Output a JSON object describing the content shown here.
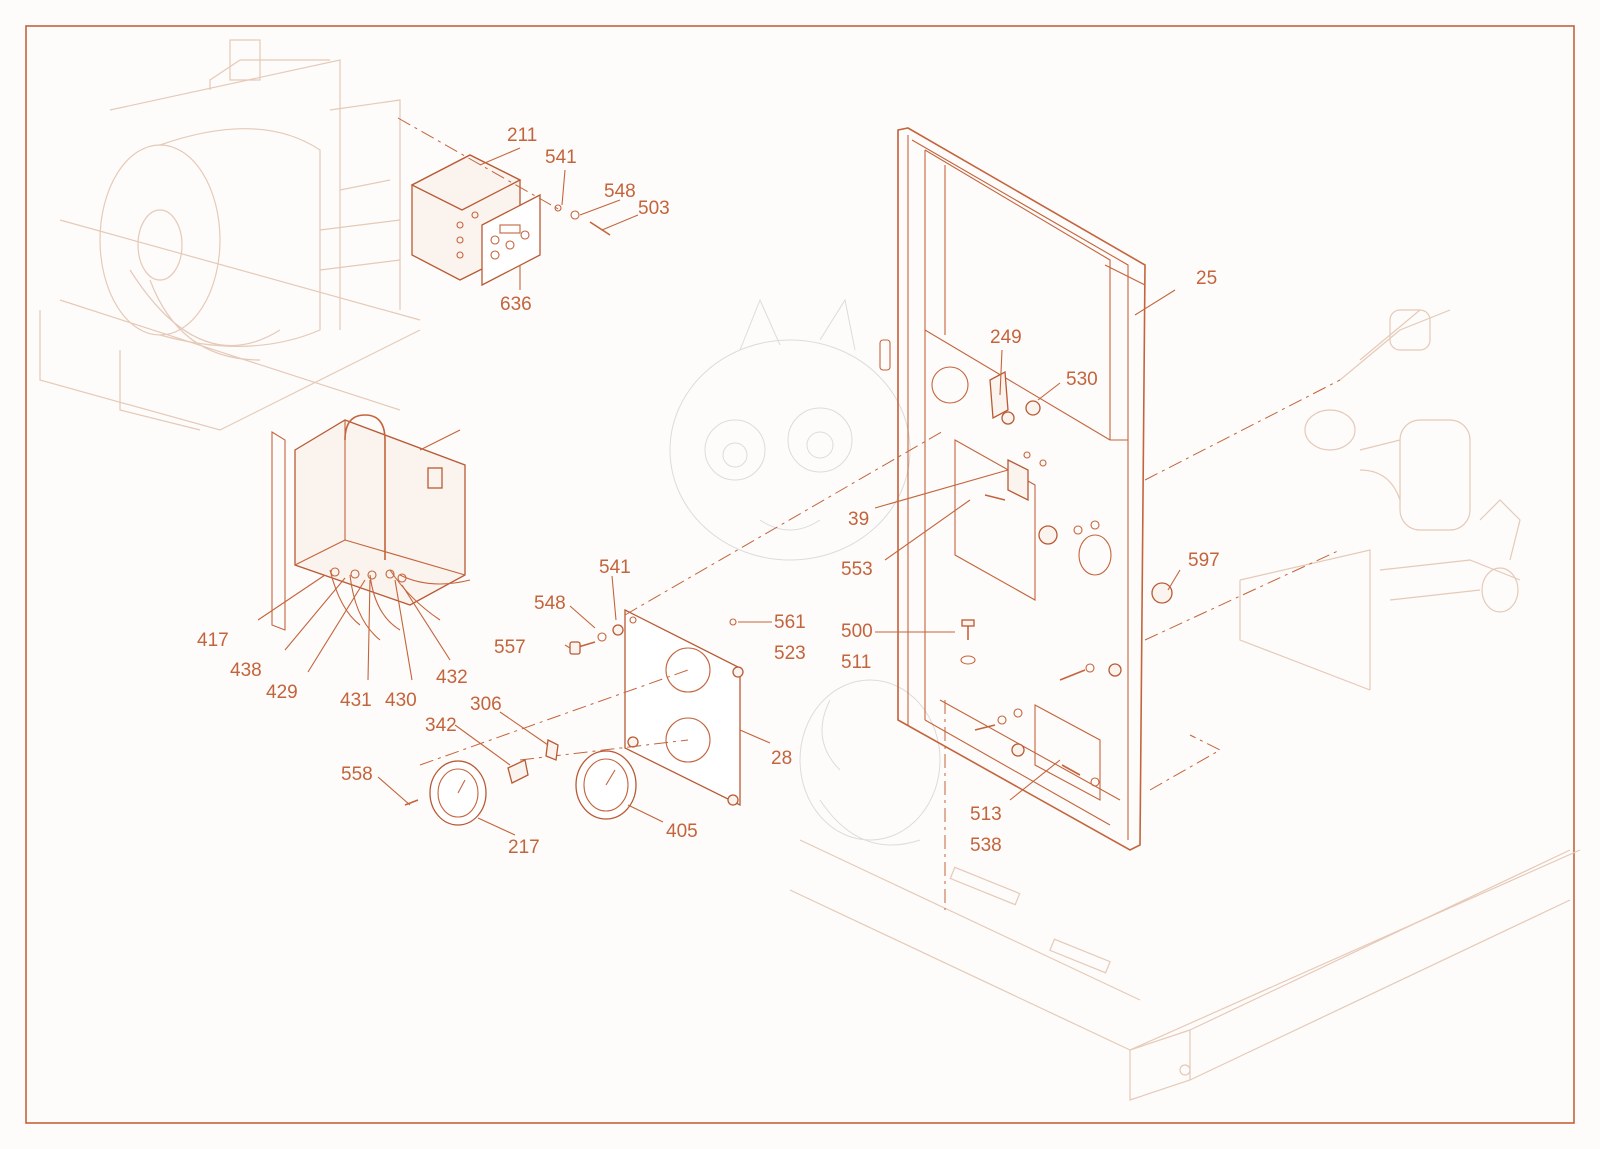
{
  "colors": {
    "accent": "#c4643c",
    "faint": "#e6c9b8",
    "background": "#fdfcfa"
  },
  "callouts": [
    {
      "id": "c211",
      "text": "211"
    },
    {
      "id": "c541a",
      "text": "541"
    },
    {
      "id": "c548a",
      "text": "548"
    },
    {
      "id": "c503",
      "text": "503"
    },
    {
      "id": "c636",
      "text": "636"
    },
    {
      "id": "c25",
      "text": "25"
    },
    {
      "id": "c249",
      "text": "249"
    },
    {
      "id": "c530",
      "text": "530"
    },
    {
      "id": "c39",
      "text": "39"
    },
    {
      "id": "c553",
      "text": "553"
    },
    {
      "id": "c597",
      "text": "597"
    },
    {
      "id": "c541b",
      "text": "541"
    },
    {
      "id": "c548b",
      "text": "548"
    },
    {
      "id": "c557",
      "text": "557"
    },
    {
      "id": "c561",
      "text": "561"
    },
    {
      "id": "c523",
      "text": "523"
    },
    {
      "id": "c500",
      "text": "500"
    },
    {
      "id": "c511",
      "text": "511"
    },
    {
      "id": "c417",
      "text": "417"
    },
    {
      "id": "c438",
      "text": "438"
    },
    {
      "id": "c429",
      "text": "429"
    },
    {
      "id": "c431",
      "text": "431"
    },
    {
      "id": "c430",
      "text": "430"
    },
    {
      "id": "c432",
      "text": "432"
    },
    {
      "id": "c306",
      "text": "306"
    },
    {
      "id": "c342",
      "text": "342"
    },
    {
      "id": "c28",
      "text": "28"
    },
    {
      "id": "c558",
      "text": "558"
    },
    {
      "id": "c217",
      "text": "217"
    },
    {
      "id": "c405",
      "text": "405"
    },
    {
      "id": "c513",
      "text": "513"
    },
    {
      "id": "c538",
      "text": "538"
    }
  ]
}
